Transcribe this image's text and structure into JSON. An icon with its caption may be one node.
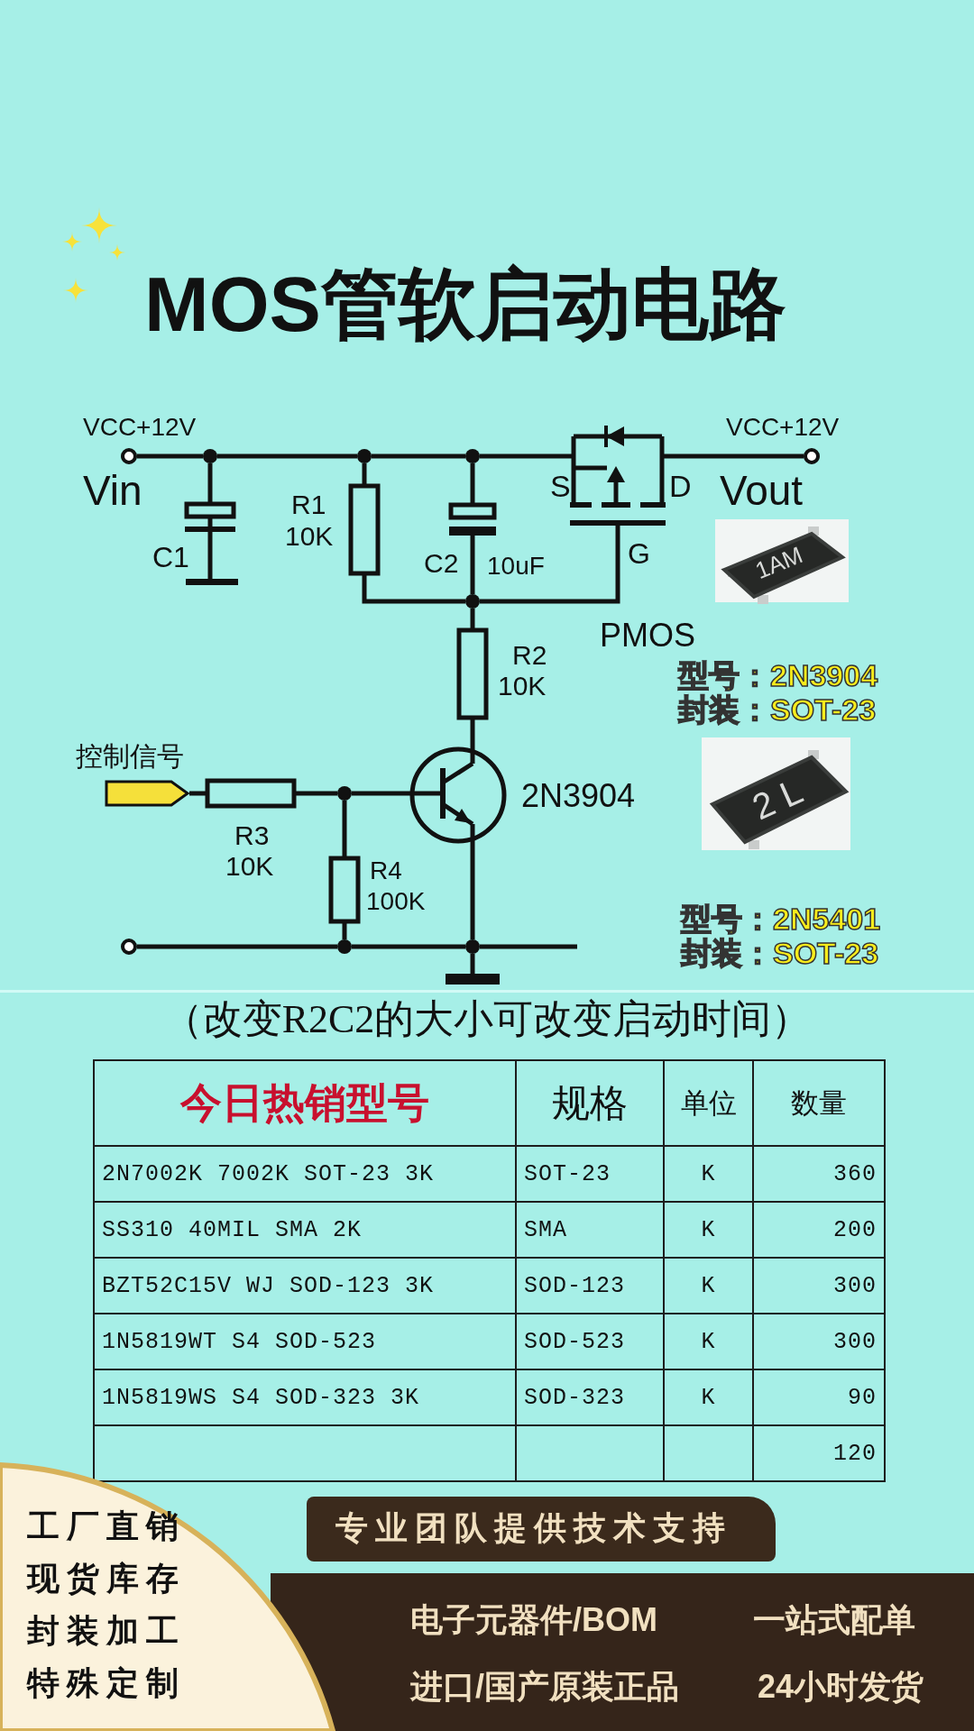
{
  "diagram": {
    "title": "MOS管软启动电路",
    "caption": "（改变R2C2的大小可改变启动时间）",
    "nodes": [
      {
        "text": [],
        "shape": "circle",
        "beside": [
          "VCC+12V",
          "Vin"
        ]
      },
      {
        "text": [],
        "shape": "circle"
      },
      {
        "text": [
          "C1"
        ]
      },
      {
        "text": [],
        "shape": "circle"
      },
      {
        "text": [
          "R1",
          "10K"
        ]
      },
      {
        "text": [],
        "shape": "circle"
      },
      {
        "text": [
          "C2",
          "10uF"
        ]
      },
      {
        "text": [
          "S",
          "D",
          "G"
        ]
      },
      {
        "text": [],
        "shape": "circle",
        "beside": [
          "VCC+12V",
          "Vout"
        ]
      },
      {
        "text": [],
        "shape": "circle"
      },
      {
        "text": [
          "1AM"
        ],
        "beside": [
          "型号：2N3904",
          "封装：SOT-23"
        ]
      },
      {
        "text": [
          "R2",
          "10K"
        ]
      },
      {
        "text": [
          "控制信号"
        ]
      },
      {
        "text": [
          "R3",
          "10K"
        ]
      },
      {
        "text": [],
        "shape": "circle"
      },
      {
        "text": [
          "2N3904"
        ]
      },
      {
        "text": [
          "R4",
          "100K"
        ]
      },
      {
        "text": [
          "2 L"
        ],
        "beside": [
          "型号：2N5401",
          "封装：SOT-23"
        ]
      },
      {
        "text": [],
        "shape": "circle"
      },
      {
        "text": [],
        "shape": "circle"
      },
      {
        "text": [],
        "shape": "circle"
      },
      {
        "text": [],
        "shape": "ground"
      }
    ],
    "edges": [
      {
        "from": 0,
        "to": 1,
        "arrow": "none"
      },
      {
        "from": 1,
        "to": 3,
        "arrow": "none"
      },
      {
        "from": 3,
        "to": 5,
        "arrow": "none"
      },
      {
        "from": 5,
        "to": 7,
        "arrow": "none"
      },
      {
        "from": 7,
        "to": 8,
        "arrow": "none"
      },
      {
        "from": 1,
        "to": 2,
        "arrow": "none"
      },
      {
        "from": 3,
        "to": 4,
        "arrow": "none"
      },
      {
        "from": 4,
        "to": 9,
        "arrow": "none"
      },
      {
        "from": 5,
        "to": 6,
        "arrow": "none"
      },
      {
        "from": 6,
        "to": 9,
        "arrow": "none"
      },
      {
        "from": 7,
        "to": 9,
        "arrow": "none"
      },
      {
        "from": 9,
        "to": 11,
        "arrow": "none"
      },
      {
        "from": 11,
        "to": 15,
        "arrow": "none"
      },
      {
        "from": 12,
        "to": 13,
        "arrow": "none"
      },
      {
        "from": 13,
        "to": 14,
        "arrow": "none"
      },
      {
        "from": 14,
        "to": 15,
        "arrow": "none"
      },
      {
        "from": 14,
        "to": 16,
        "arrow": "none"
      },
      {
        "from": 16,
        "to": 19,
        "arrow": "none"
      },
      {
        "from": 18,
        "to": 19,
        "arrow": "none"
      },
      {
        "from": 19,
        "to": 20,
        "arrow": "none"
      },
      {
        "from": 15,
        "to": 20,
        "arrow": "none"
      },
      {
        "from": 20,
        "to": 21,
        "arrow": "none"
      },
      {
        "from": 20,
        "to": null,
        "arrow": "none"
      }
    ],
    "labels": [
      "PMOS",
      "今日热销型号",
      "规格",
      "单位",
      "数量",
      "2N7002K 7002K SOT-23 3K",
      "SOT-23",
      "K",
      "360",
      "SS310 40MIL SMA 2K",
      "SMA",
      "K",
      "200",
      "BZT52C15V WJ SOD-123 3K",
      "SOD-123",
      "K",
      "300",
      "1N5819WT S4 SOD-523",
      "SOD-523",
      "K",
      "300",
      "1N5819WS S4 SOD-323 3K",
      "SOD-323",
      "K",
      "90",
      "120",
      "工厂直销",
      "现货库存",
      "封装加工",
      "特殊定制",
      "专业团队提供技术支持",
      "电子元器件/BOM",
      "一站式配单",
      "进口/国产原装正品",
      "24小时发货"
    ]
  }
}
